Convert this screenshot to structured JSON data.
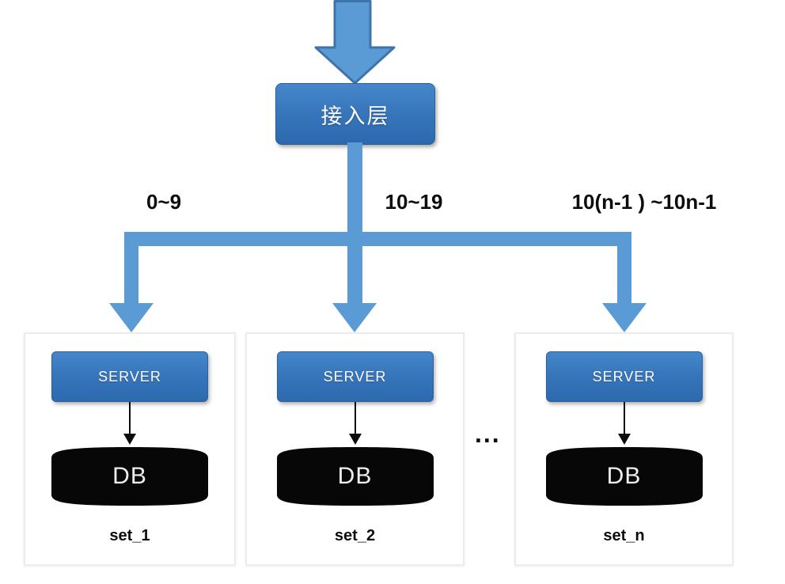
{
  "access_layer_label": "接入层",
  "branch_labels": {
    "b1": "0~9",
    "b2": "10~19",
    "b3": "10(n-1 ) ~10n-1"
  },
  "ellipsis": "...",
  "sets": [
    {
      "server_label": "SERVER",
      "db_label": "DB",
      "set_label": "set_1"
    },
    {
      "server_label": "SERVER",
      "db_label": "DB",
      "set_label": "set_2"
    },
    {
      "server_label": "SERVER",
      "db_label": "DB",
      "set_label": "set_n"
    }
  ],
  "colors": {
    "flow_blue": "#5b9bd5",
    "flow_blue_stroke": "#3e74ab",
    "node_blue_top": "#4587ca",
    "node_blue_bottom": "#2b68ac",
    "db_black": "#070707"
  }
}
